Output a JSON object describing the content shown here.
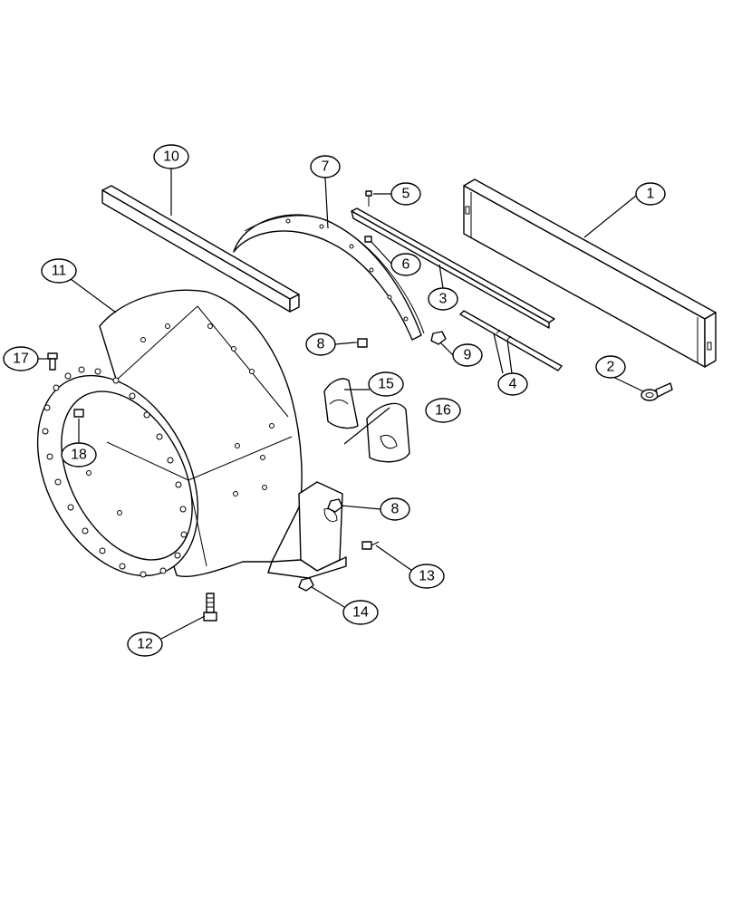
{
  "diagram": {
    "callouts": [
      {
        "label": "1"
      },
      {
        "label": "2"
      },
      {
        "label": "3"
      },
      {
        "label": "4"
      },
      {
        "label": "5"
      },
      {
        "label": "6"
      },
      {
        "label": "7"
      },
      {
        "label": "8"
      },
      {
        "label": "8"
      },
      {
        "label": "9"
      },
      {
        "label": "10"
      },
      {
        "label": "11"
      },
      {
        "label": "12"
      },
      {
        "label": "13"
      },
      {
        "label": "14"
      },
      {
        "label": "15"
      },
      {
        "label": "16"
      },
      {
        "label": "17"
      },
      {
        "label": "18"
      }
    ]
  }
}
